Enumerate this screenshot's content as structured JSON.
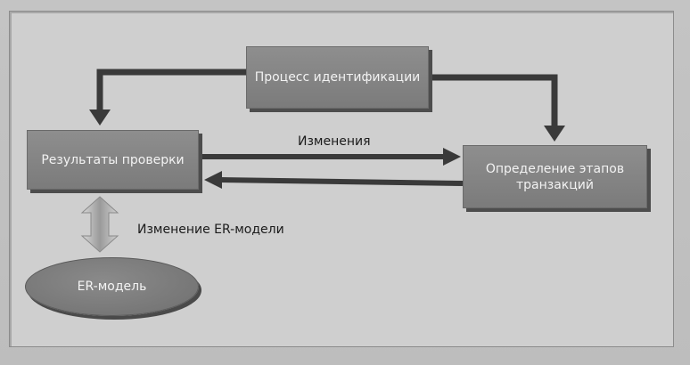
{
  "diagram": {
    "nodes": {
      "identification_process": "Процесс идентификации",
      "check_results": "Результаты проверки",
      "define_transaction_stages_line1": "Определение этапов",
      "define_transaction_stages_line2": "транзакций",
      "er_model": "ER-модель"
    },
    "edges": {
      "changes": "Изменения",
      "er_model_change": "Изменение ER-модели"
    }
  },
  "colors": {
    "box_fill": "#828282",
    "arrow": "#3a3a3a",
    "background": "#cfcfcf"
  }
}
